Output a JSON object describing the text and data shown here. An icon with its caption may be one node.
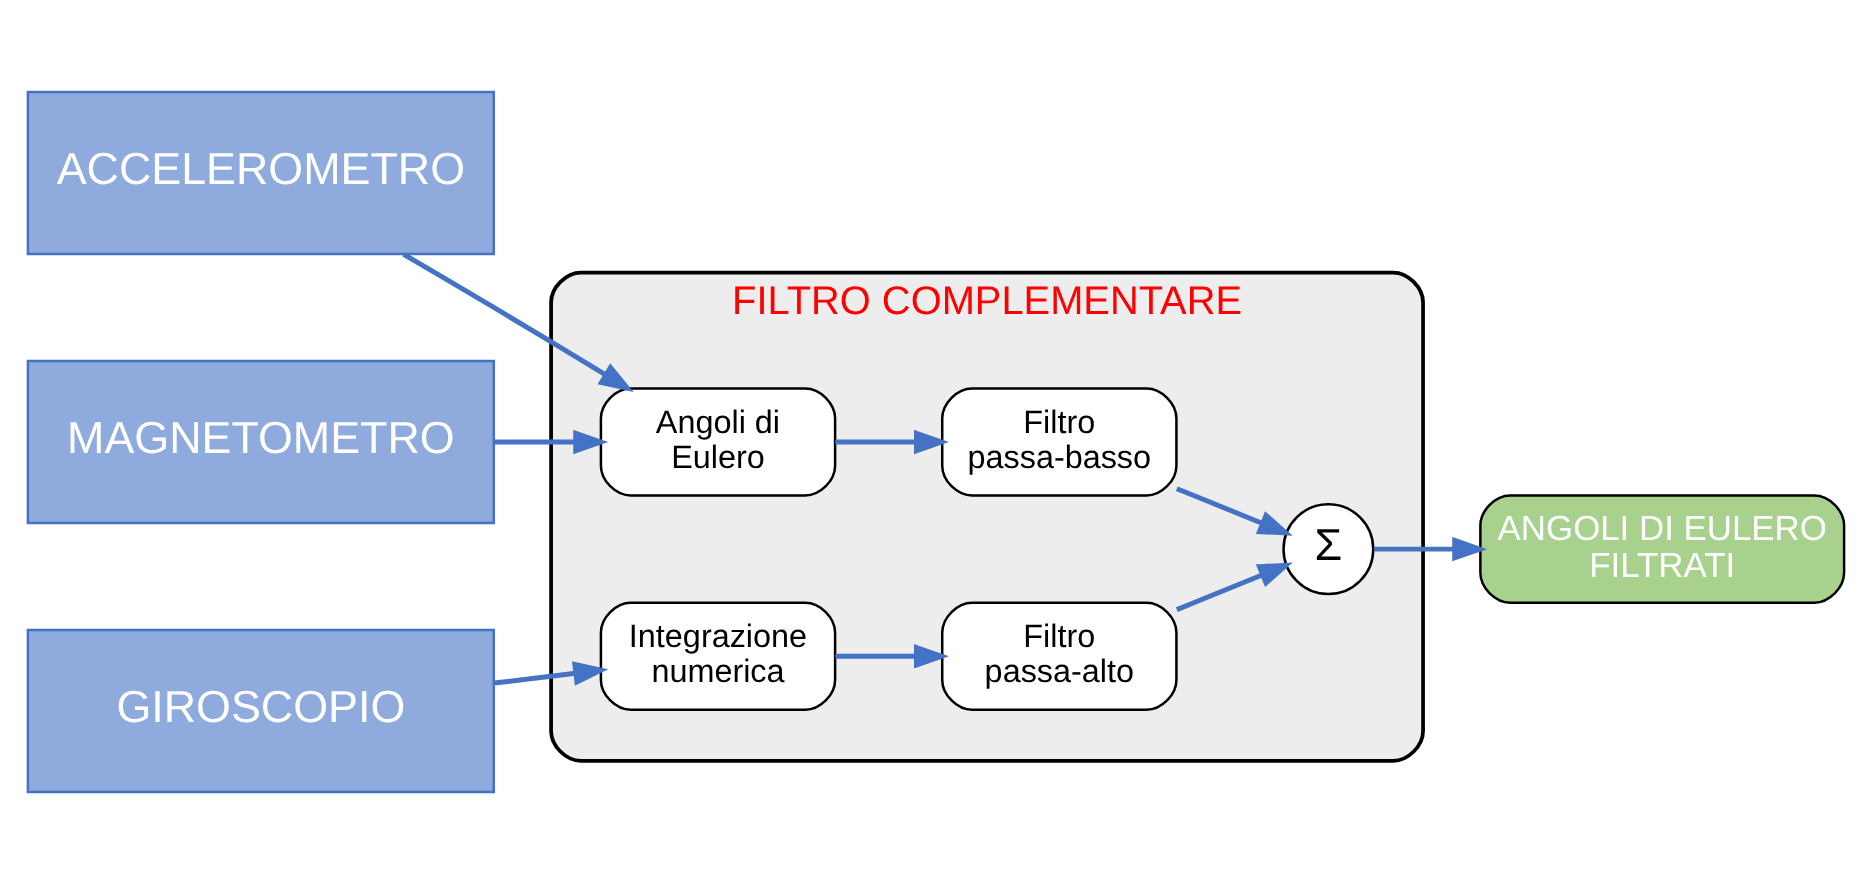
{
  "diagram": {
    "nodes": [
      {
        "text": [
          "FILTRO COMPLEMENTARE"
        ]
      },
      {
        "text": [
          "ACCELEROMETRO"
        ]
      },
      {
        "text": [
          "MAGNETOMETRO"
        ]
      },
      {
        "text": [
          "GIROSCOPIO"
        ]
      },
      {
        "text": [
          "Angoli di Eulero"
        ],
        "in": 0
      },
      {
        "text": [
          "Filtro passa-basso"
        ],
        "in": 0
      },
      {
        "text": [
          "Σ"
        ],
        "in": 0
      },
      {
        "text": [
          "Integrazione numerica"
        ],
        "in": 0
      },
      {
        "text": [
          "Filtro passa-alto"
        ],
        "in": 0
      },
      {
        "text": [
          "ANGOLI DI EULERO FILTRATI"
        ]
      }
    ],
    "edges": [
      {
        "from": 1,
        "to": 4,
        "arrow": "to"
      },
      {
        "from": 2,
        "to": 4,
        "arrow": "to"
      },
      {
        "from": 4,
        "to": 5,
        "arrow": "to"
      },
      {
        "from": 5,
        "to": 6,
        "arrow": "to"
      },
      {
        "from": 3,
        "to": 7,
        "arrow": "to"
      },
      {
        "from": 7,
        "to": 8,
        "arrow": "to"
      },
      {
        "from": 8,
        "to": 6,
        "arrow": "to"
      },
      {
        "from": 6,
        "to": 9,
        "arrow": "to"
      }
    ]
  }
}
